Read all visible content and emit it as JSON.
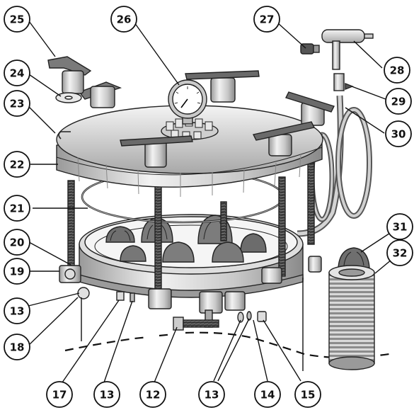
{
  "callouts": [
    {
      "id": "25",
      "label": "25"
    },
    {
      "id": "26",
      "label": "26"
    },
    {
      "id": "27",
      "label": "27"
    },
    {
      "id": "28",
      "label": "28"
    },
    {
      "id": "24",
      "label": "24"
    },
    {
      "id": "29",
      "label": "29"
    },
    {
      "id": "23",
      "label": "23"
    },
    {
      "id": "30",
      "label": "30"
    },
    {
      "id": "22",
      "label": "22"
    },
    {
      "id": "21",
      "label": "21"
    },
    {
      "id": "31",
      "label": "31"
    },
    {
      "id": "20",
      "label": "20"
    },
    {
      "id": "32",
      "label": "32"
    },
    {
      "id": "19",
      "label": "19"
    },
    {
      "id": "13a",
      "label": "13"
    },
    {
      "id": "18",
      "label": "18"
    },
    {
      "id": "17",
      "label": "17"
    },
    {
      "id": "13b",
      "label": "13"
    },
    {
      "id": "12",
      "label": "12"
    },
    {
      "id": "13c",
      "label": "13"
    },
    {
      "id": "14",
      "label": "14"
    },
    {
      "id": "15",
      "label": "15"
    }
  ],
  "colors": {
    "metal_light": "#e6e6e6",
    "metal_mid": "#bdbdbd",
    "metal_dark": "#7a7a7a",
    "outline": "#222222",
    "background": "#ffffff"
  }
}
